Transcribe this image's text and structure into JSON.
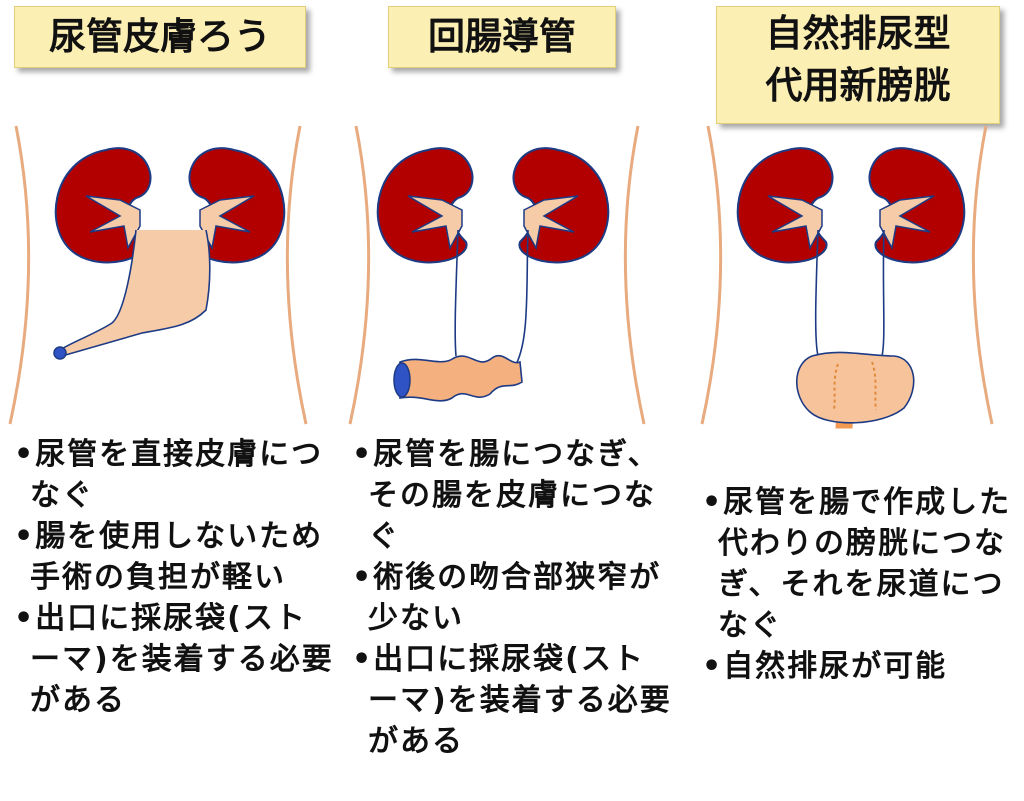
{
  "panels": [
    {
      "title": [
        "尿管皮膚ろう"
      ],
      "bullets": [
        "尿管を直接皮膚につなぐ",
        "腸を使用しないため手術の負担が軽い",
        "出口に採尿袋(ストーマ)を装着する必要がある"
      ]
    },
    {
      "title": [
        "回腸導管"
      ],
      "bullets": [
        "尿管を腸につなぎ、その腸を皮膚につなぐ",
        "術後の吻合部狭窄が少ない",
        "出口に採尿袋(ストーマ)を装着する必要がある"
      ]
    },
    {
      "title": [
        "自然排尿型",
        "代用新膀胱"
      ],
      "bullets": [
        "尿管を腸で作成した代わりの膀胱につなぎ、それを尿道につなぐ",
        "自然排尿が可能"
      ]
    }
  ],
  "colors": {
    "kidney": "#b20000",
    "pelvis": "#f6cba8",
    "outline": "#1d3b85",
    "body_line": "#e7ab7f",
    "bowel": "#f4b07e",
    "stoma": "#2f52c5",
    "title_bg": "#fcefb4"
  },
  "icons": [
    "kidney-icon",
    "ureter-icon",
    "stoma-icon",
    "ileal-conduit-icon",
    "neobladder-icon",
    "urethra-icon"
  ]
}
